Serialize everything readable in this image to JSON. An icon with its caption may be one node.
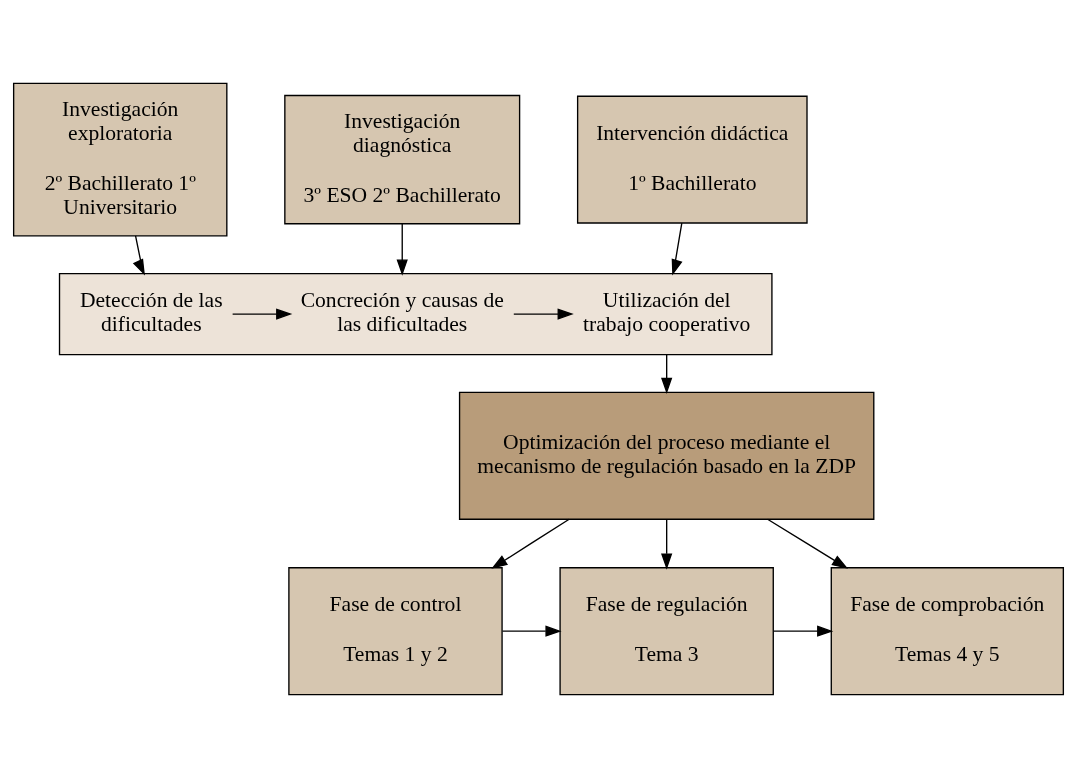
{
  "diagram": {
    "nodes": [
      {
        "text": [
          "Investigación exploratoria",
          "2º Bachillerato 1º Universitario"
        ]
      },
      {
        "text": [
          "Investigación diagnóstica",
          "3º ESO 2º Bachillerato"
        ]
      },
      {
        "text": [
          "Intervención didáctica",
          "1º Bachillerato"
        ]
      },
      {
        "text": [],
        "shape": "box"
      },
      {
        "text": [
          "Detección de las dificultades"
        ],
        "in": 3
      },
      {
        "text": [
          "Concreción y causas de las dificultades"
        ],
        "in": 3
      },
      {
        "text": [
          "Utilización del trabajo cooperativo"
        ],
        "in": 3
      },
      {
        "text": [
          "Optimización del proceso mediante el mecanismo de regulación basado en la ZDP"
        ]
      },
      {
        "text": [
          "Fase de control",
          "Temas 1 y 2"
        ]
      },
      {
        "text": [
          "Fase de regulación",
          "Tema 3"
        ]
      },
      {
        "text": [
          "Fase de comprobación",
          "Temas 4 y 5"
        ]
      }
    ],
    "edges": [
      {
        "from": 0,
        "to": 3,
        "arrow": "to"
      },
      {
        "from": 1,
        "to": 3,
        "arrow": "to"
      },
      {
        "from": 2,
        "to": 3,
        "arrow": "to"
      },
      {
        "from": 4,
        "to": 5,
        "arrow": "to"
      },
      {
        "from": 5,
        "to": 6,
        "arrow": "to"
      },
      {
        "from": 3,
        "to": 7,
        "arrow": "to"
      },
      {
        "from": 7,
        "to": 8,
        "arrow": "to"
      },
      {
        "from": 7,
        "to": 9,
        "arrow": "to"
      },
      {
        "from": 7,
        "to": 10,
        "arrow": "to"
      },
      {
        "from": 8,
        "to": 9,
        "arrow": "to"
      },
      {
        "from": 9,
        "to": 10,
        "arrow": "to"
      }
    ]
  }
}
